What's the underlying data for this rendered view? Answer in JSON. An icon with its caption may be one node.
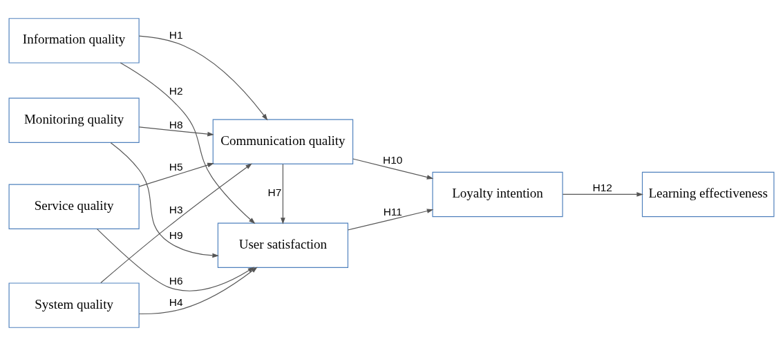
{
  "diagram": {
    "nodes": [
      {
        "text": [
          "Information quality"
        ]
      },
      {
        "text": [
          "System quality"
        ]
      },
      {
        "text": [
          "Service quality"
        ]
      },
      {
        "text": [
          "Monitoring quality"
        ]
      },
      {
        "text": [
          "Communication quality"
        ]
      },
      {
        "text": [
          "User satisfaction"
        ]
      },
      {
        "text": [
          "Loyalty intention"
        ]
      },
      {
        "text": [
          "Learning effectiveness"
        ]
      }
    ],
    "edges": [
      {
        "from": 0,
        "to": 4,
        "arrow": "to",
        "label": "H1"
      },
      {
        "from": 0,
        "to": 5,
        "arrow": "to",
        "label": "H2"
      },
      {
        "from": 1,
        "to": 4,
        "arrow": "to",
        "label": "H3"
      },
      {
        "from": 1,
        "to": 5,
        "arrow": "to",
        "label": "H4"
      },
      {
        "from": 2,
        "to": 4,
        "arrow": "to",
        "label": "H5"
      },
      {
        "from": 2,
        "to": 5,
        "arrow": "to",
        "label": "H6"
      },
      {
        "from": 4,
        "to": 5,
        "arrow": "to",
        "label": "H7"
      },
      {
        "from": 3,
        "to": 4,
        "arrow": "to",
        "label": "H8"
      },
      {
        "from": 3,
        "to": 5,
        "arrow": "to",
        "label": "H9"
      },
      {
        "from": 4,
        "to": 6,
        "arrow": "to",
        "label": "H10"
      },
      {
        "from": 5,
        "to": 6,
        "arrow": "to",
        "label": "H11"
      },
      {
        "from": 6,
        "to": 7,
        "arrow": "to",
        "label": "H12"
      }
    ]
  }
}
